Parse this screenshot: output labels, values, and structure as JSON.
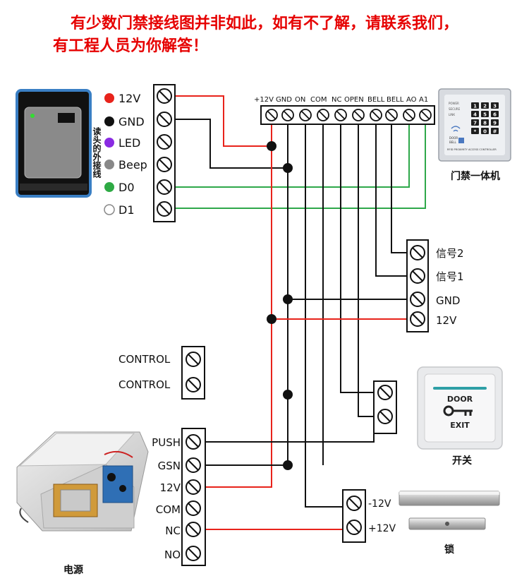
{
  "header": {
    "line1": "有少数门禁接线图并非如此，如有不了解，请联系我们，",
    "line2": "有工程人员为你解答！"
  },
  "reader": {
    "side_label": "读头的外接线",
    "terminals": [
      "12V",
      "GND",
      "LED",
      "Beep",
      "D0",
      "D1"
    ]
  },
  "controller": {
    "terminal_labels": [
      "+12V",
      "GND",
      "ON",
      "COM",
      "NC",
      "OPEN",
      "BELL",
      "BELL",
      "AO",
      "A1"
    ],
    "caption": "门禁一体机",
    "keypad_keys": [
      "1",
      "2",
      "3",
      "4",
      "5",
      "6",
      "7",
      "8",
      "9",
      "*",
      "0",
      "#"
    ],
    "keypad_status": [
      "POWER",
      "SECURE",
      "LINK"
    ],
    "bottom_text": "RFID PROXIMITY ACCESS CONTROLLER",
    "door_text": "DOOR",
    "bell_text": "BELL"
  },
  "bell_block": {
    "terminals": [
      "信号2",
      "信号1",
      "GND",
      "12V"
    ]
  },
  "control_block": {
    "terminals": [
      "CONTROL",
      "CONTROL"
    ]
  },
  "exit_button": {
    "line1": "DOOR",
    "line2": "EXIT",
    "caption": "开关"
  },
  "power_supply": {
    "terminals": [
      "PUSH",
      "GSN",
      "12V",
      "COM",
      "NC",
      "NO"
    ],
    "caption": "电源"
  },
  "lock": {
    "terminals": [
      "-12V",
      "+12V"
    ],
    "caption": "锁"
  },
  "colors": {
    "title": "#e60000",
    "red_wire": "#e8231b",
    "green_wire": "#2ea84a",
    "black_wire": "#111111",
    "led_purple": "#8a2be2",
    "d0_green": "#2eaa44"
  }
}
